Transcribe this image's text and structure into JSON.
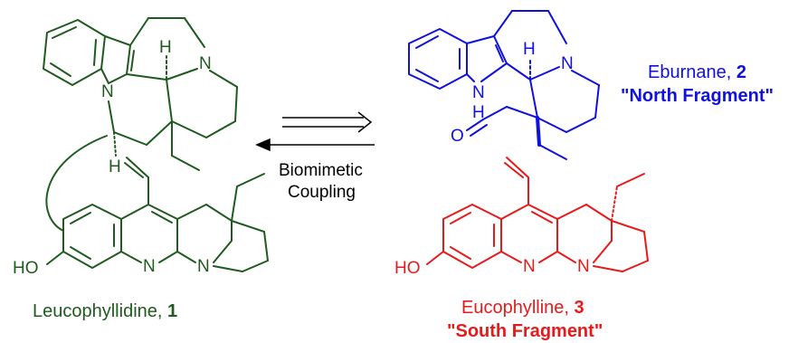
{
  "colors": {
    "compound1": "#1f5a1f",
    "compound2": "#1010e0",
    "compound3": "#e61a1a",
    "arrow": "#000000"
  },
  "compound1": {
    "name": "Leucophyllidine, ",
    "number": "1",
    "atoms": {
      "n_indole": "N",
      "n_amine": "N",
      "h_top": "H",
      "h_bottom": "H",
      "oh": "HO",
      "n_quin": "N",
      "n_ring": "N"
    }
  },
  "compound2": {
    "name": "Eburnane, ",
    "number": "2",
    "tag": "\"North Fragment\"",
    "atoms": {
      "n_indole": "N",
      "h_nh": "H",
      "h_ch": "H",
      "n_amine": "N",
      "o": "O"
    }
  },
  "compound3": {
    "name": "Eucophylline, ",
    "number": "3",
    "tag": "\"South Fragment\"",
    "atoms": {
      "oh": "HO",
      "n_quin": "N",
      "n_ring": "N"
    }
  },
  "conditions": {
    "line1": "Biomimetic",
    "line2": "Coupling"
  }
}
